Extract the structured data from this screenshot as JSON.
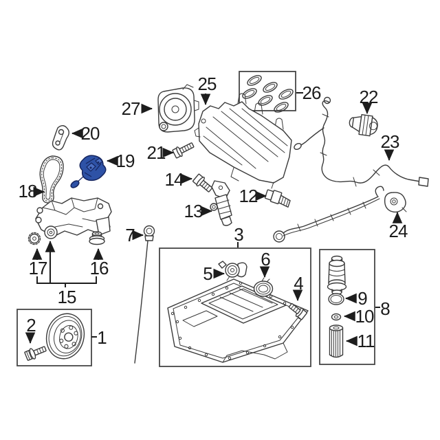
{
  "diagram": {
    "type": "engine-parts-exploded-diagram",
    "background": "#ffffff",
    "line_color": "#3a3a3a",
    "label_color": "#1c1c1c",
    "highlight_fill": "#2e52a6",
    "highlight_stroke": "#15255e",
    "highlighted_part": "19"
  },
  "labels": {
    "n1": "1",
    "n2": "2",
    "n3": "3",
    "n4": "4",
    "n5": "5",
    "n6": "6",
    "n7": "7",
    "n8": "8",
    "n9": "9",
    "n10": "10",
    "n11": "11",
    "n12": "12",
    "n13": "13",
    "n14": "14",
    "n15": "15",
    "n16": "16",
    "n17": "17",
    "n18": "18",
    "n19": "19",
    "n20": "20",
    "n21": "21",
    "n22": "22",
    "n23": "23",
    "n24": "24",
    "n25": "25",
    "n26": "26",
    "n27": "27"
  }
}
